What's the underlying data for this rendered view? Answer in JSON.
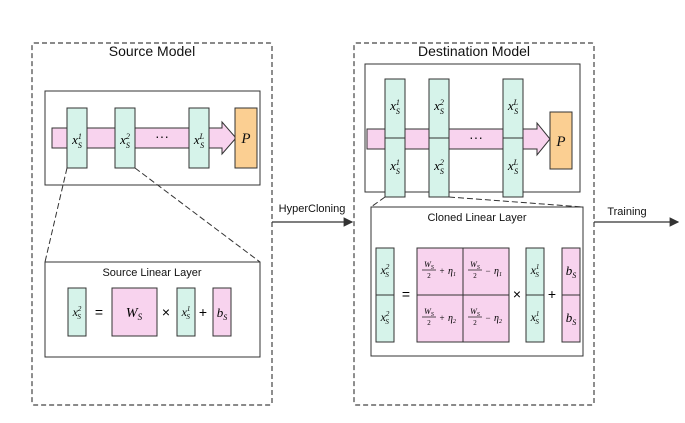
{
  "colors": {
    "green": "#d6f3ea",
    "pink": "#f8d3ee",
    "orange": "#fbcf92",
    "border": "#333333"
  },
  "source_model": {
    "title": "Source Model",
    "dots": "···",
    "p_label": "P",
    "linear_layer_title": "Source Linear Layer",
    "equals": "=",
    "times": "×",
    "plus": "+"
  },
  "destination_model": {
    "title": "Destination Model",
    "dots": "···",
    "p_label": "P",
    "linear_layer_title": "Cloned Linear Layer",
    "equals": "=",
    "times": "×",
    "plus": "+"
  },
  "arrows": {
    "hypercloning": "HyperCloning",
    "training": "Training"
  },
  "math": {
    "x": "x",
    "sub_s": "S",
    "sup_1": "1",
    "sup_2": "2",
    "sup_L": "L",
    "W": "W",
    "b": "b",
    "eta1": "η",
    "eta_sub1": "1",
    "eta_sub2": "2",
    "two": "2",
    "plus": "+",
    "minus": "−"
  }
}
